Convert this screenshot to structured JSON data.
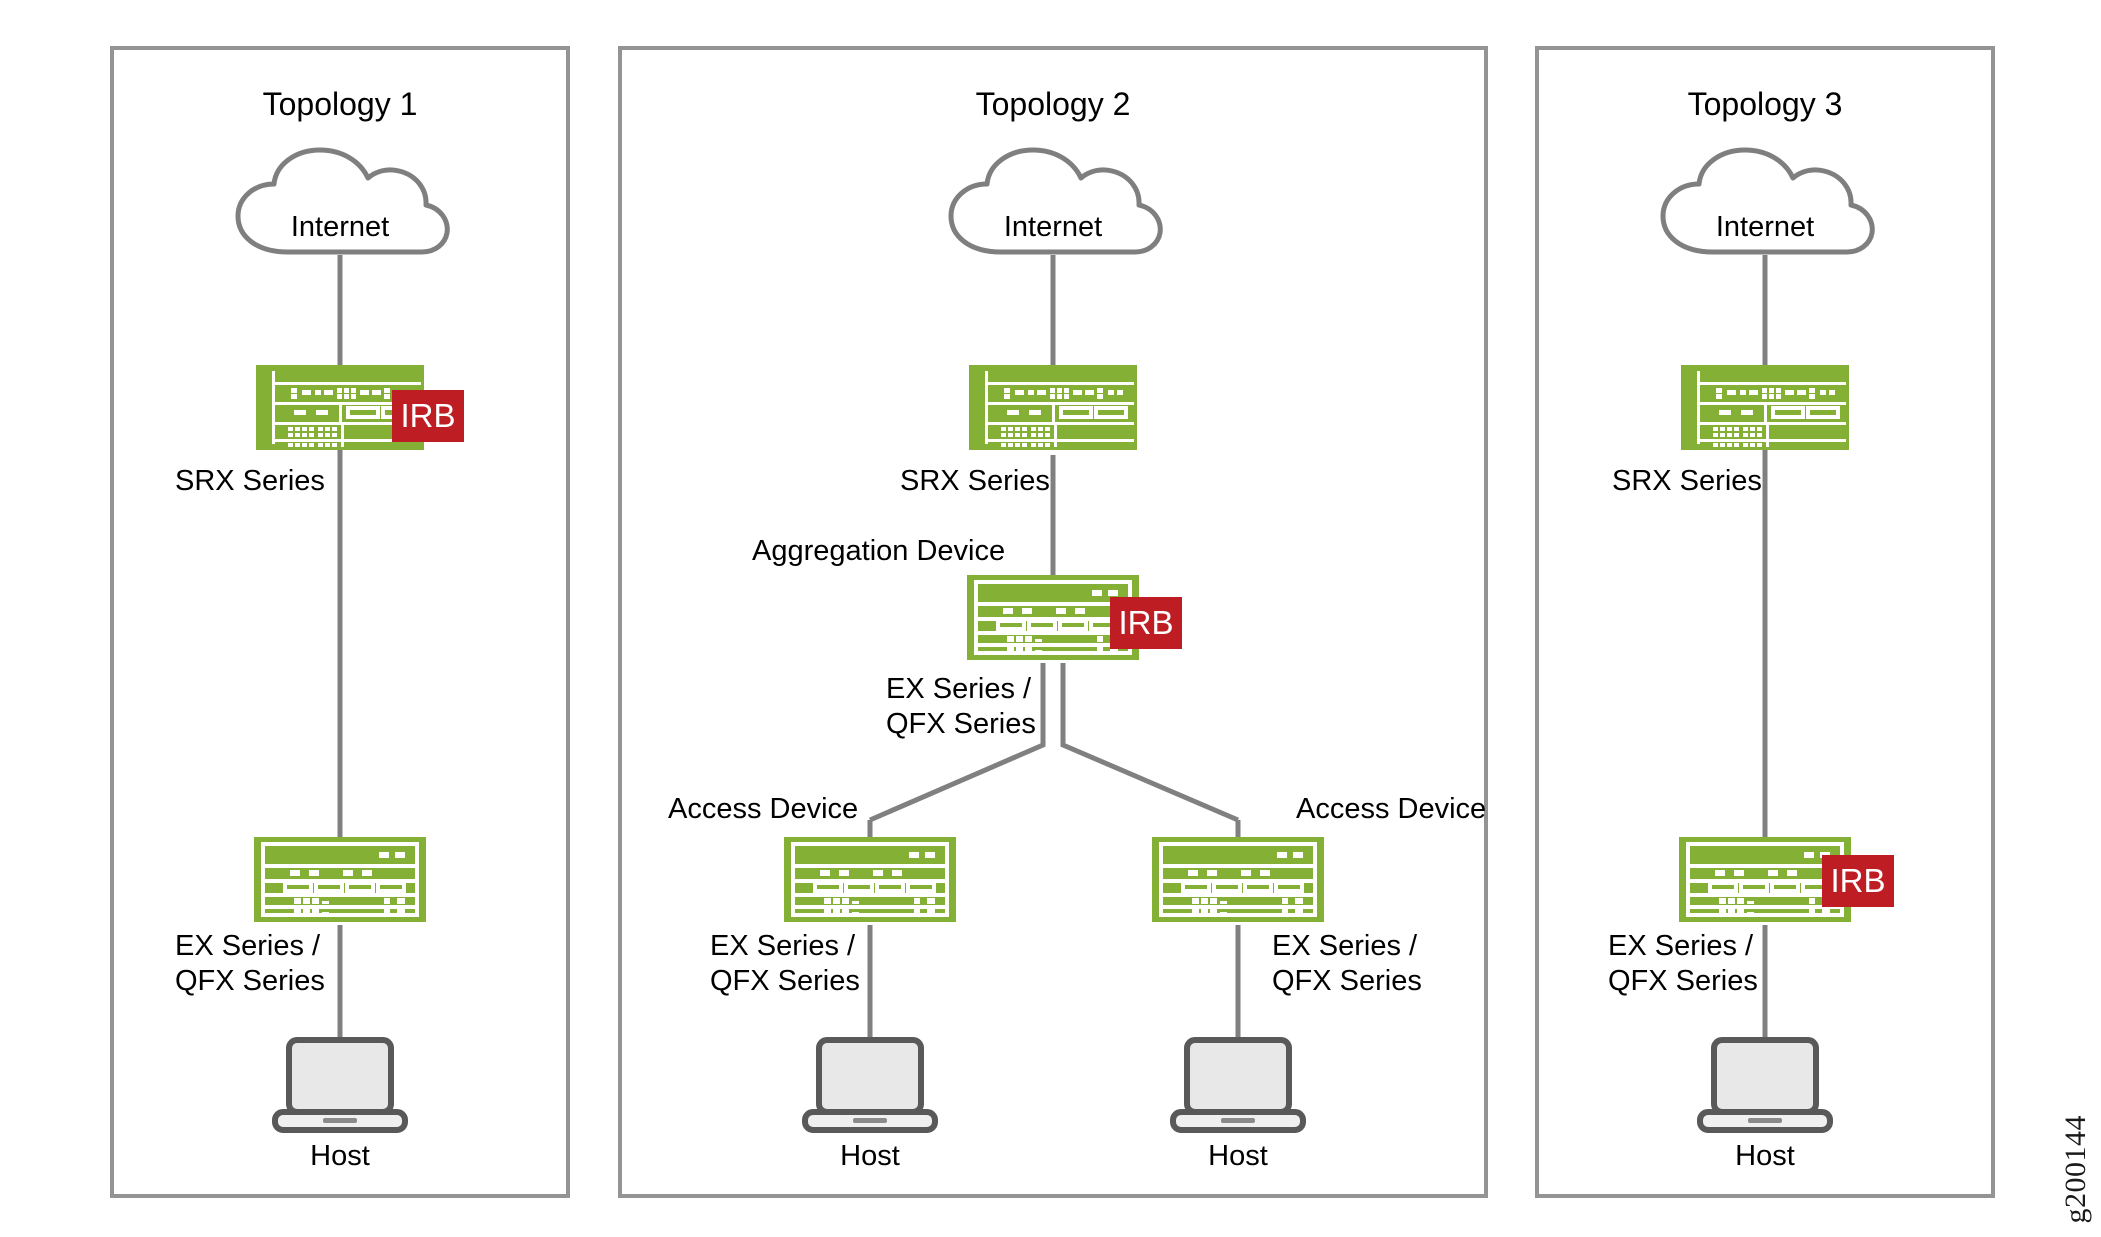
{
  "figure": {
    "watermark": "g200144",
    "colors": {
      "device_green": "#84B135",
      "badge_red": "#BE1E23",
      "link_gray": "#808080",
      "panel_border": "#949494",
      "laptop_gray": "#e8e8e8"
    }
  },
  "panels": [
    {
      "id": "topology-1",
      "title": "Topology 1",
      "nodes": {
        "cloud_label": "Internet",
        "srx_label": "SRX Series",
        "srx_badge": "IRB",
        "switch_label_line1": "EX Series /",
        "switch_label_line2": "QFX Series",
        "host_label": "Host"
      }
    },
    {
      "id": "topology-2",
      "title": "Topology 2",
      "nodes": {
        "cloud_label": "Internet",
        "srx_label": "SRX Series",
        "aggregation_label": "Aggregation Device",
        "agg_switch_label_line1": "EX Series /",
        "agg_switch_label_line2": "QFX Series",
        "agg_badge": "IRB",
        "access_label_left": "Access Device",
        "access_label_right": "Access Device",
        "access_switch_left_line1": "EX Series /",
        "access_switch_left_line2": "QFX Series",
        "access_switch_right_line1": "EX Series /",
        "access_switch_right_line2": "QFX Series",
        "host_label_left": "Host",
        "host_label_right": "Host"
      }
    },
    {
      "id": "topology-3",
      "title": "Topology 3",
      "nodes": {
        "cloud_label": "Internet",
        "srx_label": "SRX Series",
        "switch_label_line1": "EX Series /",
        "switch_label_line2": "QFX Series",
        "switch_badge": "IRB",
        "host_label": "Host"
      }
    }
  ]
}
